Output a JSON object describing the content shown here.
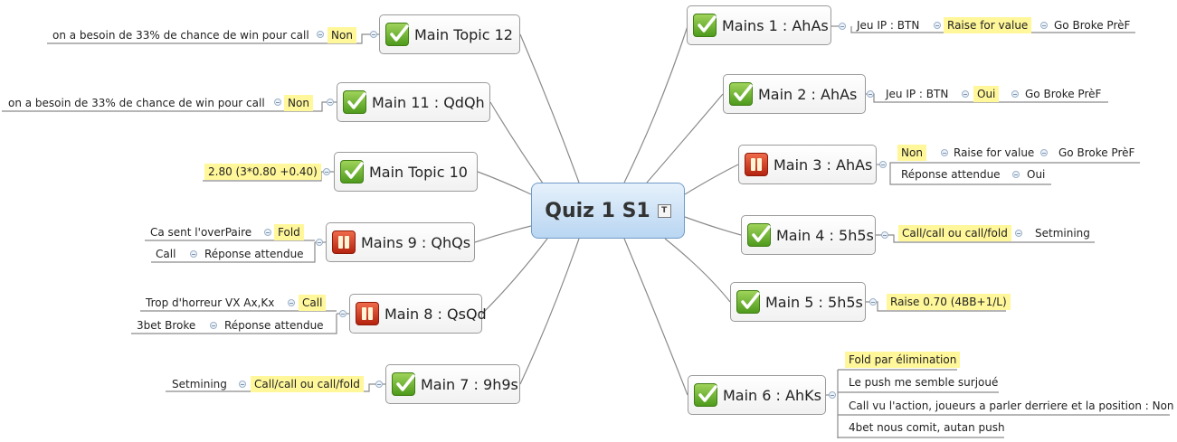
{
  "central": {
    "title": "Quiz 1 S1",
    "note_icon": "T"
  },
  "right": [
    {
      "title": "Mains 1 : AhAs",
      "icon": "check",
      "sub": [
        {
          "text": "Jeu IP : BTN",
          "hl": false
        },
        {
          "text": "Raise for value",
          "hl": true
        },
        {
          "text": "Go Broke PrèF",
          "hl": false
        }
      ]
    },
    {
      "title": "Main 2 : AhAs",
      "icon": "check",
      "sub": [
        {
          "text": "Jeu IP : BTN",
          "hl": false
        },
        {
          "text": "Oui",
          "hl": true
        },
        {
          "text": "Go Broke PrèF",
          "hl": false
        }
      ]
    },
    {
      "title": "Main 3 : AhAs",
      "icon": "pause",
      "sub": [
        {
          "text": "Non",
          "hl": true
        },
        {
          "text": "Raise for value",
          "hl": false
        },
        {
          "text": "Go Broke PrèF",
          "hl": false
        },
        {
          "text": "Réponse attendue",
          "hl": false
        },
        {
          "text": "Oui",
          "hl": false
        }
      ]
    },
    {
      "title": "Main 4 : 5h5s",
      "icon": "check",
      "sub": [
        {
          "text": "Call/call ou call/fold",
          "hl": true
        },
        {
          "text": "Setmining",
          "hl": false
        }
      ]
    },
    {
      "title": "Main 5 : 5h5s",
      "icon": "check",
      "sub": [
        {
          "text": "Raise 0.70 (4BB+1/L)",
          "hl": true
        }
      ]
    },
    {
      "title": "Main 6 : AhKs",
      "icon": "check",
      "sub": [
        {
          "text": "Fold par élimination",
          "hl": true
        },
        {
          "text": "Le push me semble surjoué",
          "hl": false
        },
        {
          "text": "Call vu l'action, joueurs a parler derriere et la position : Non",
          "hl": false
        },
        {
          "text": "4bet nous comit, autan push",
          "hl": false
        }
      ]
    }
  ],
  "left": [
    {
      "title": "Main Topic 12",
      "icon": "check",
      "sub": [
        {
          "text": "Non",
          "hl": true
        },
        {
          "text": "on a besoin de 33% de chance de win pour call",
          "hl": false
        }
      ]
    },
    {
      "title": "Main 11 : QdQh",
      "icon": "check",
      "sub": [
        {
          "text": "Non",
          "hl": true
        },
        {
          "text": "on a besoin de 33% de chance de win pour call",
          "hl": false
        }
      ]
    },
    {
      "title": "Main Topic 10",
      "icon": "check",
      "sub": [
        {
          "text": "2.80 (3*0.80 +0.40)",
          "hl": true
        }
      ]
    },
    {
      "title": "Mains 9 : QhQs",
      "icon": "pause",
      "sub": [
        {
          "text": "Fold",
          "hl": true
        },
        {
          "text": "Ca sent l'overPaire",
          "hl": false
        },
        {
          "text": "Réponse attendue",
          "hl": false
        },
        {
          "text": "Call",
          "hl": false
        }
      ]
    },
    {
      "title": "Main 8 : QsQd",
      "icon": "pause",
      "sub": [
        {
          "text": "Call",
          "hl": true
        },
        {
          "text": "Trop d'horreur VX Ax,Kx",
          "hl": false
        },
        {
          "text": "Réponse attendue",
          "hl": false
        },
        {
          "text": "3bet Broke",
          "hl": false
        }
      ]
    },
    {
      "title": "Main 7 : 9h9s",
      "icon": "check",
      "sub": [
        {
          "text": "Call/call ou call/fold",
          "hl": true
        },
        {
          "text": "Setmining",
          "hl": false
        }
      ]
    }
  ]
}
